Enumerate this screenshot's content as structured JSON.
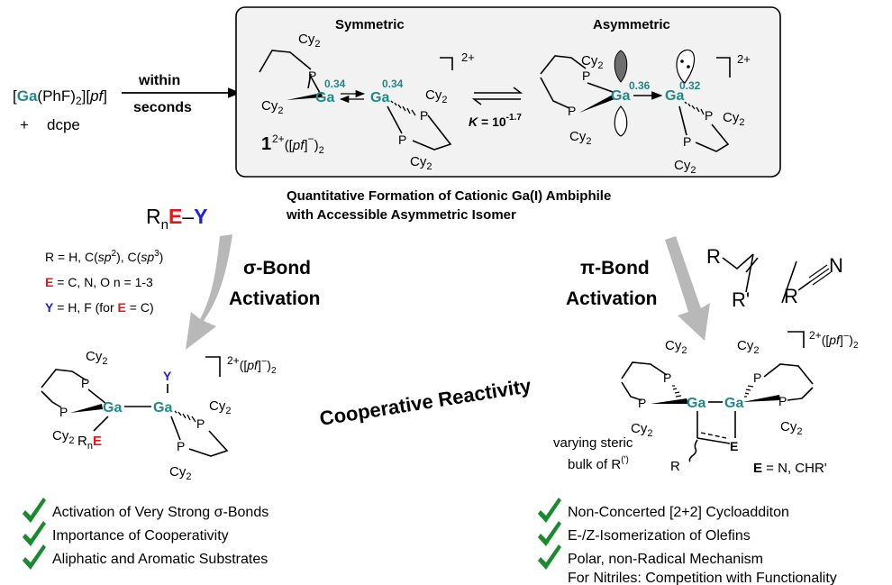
{
  "reactants": {
    "ga_complex_pre": "[",
    "ga": "Ga",
    "ga_complex_post": "(PhF)",
    "ga_complex_sub": "2",
    "ga_complex_tail": "][",
    "pf": "pf",
    "close": "]",
    "plus": "+",
    "ligand": "dcpe"
  },
  "arrow_label": {
    "line1": "within",
    "line2": "seconds"
  },
  "box": {
    "symmetric_title": "Symmetric",
    "asymmetric_title": "Asymmetric",
    "charge": "2+",
    "compound_number": "1",
    "compound_suffix_a": "2+",
    "compound_suffix_b": "([",
    "compound_pf": "pf",
    "compound_suffix_c": "]",
    "compound_suffix_d": "−",
    "compound_suffix_e": ")",
    "compound_sub": "2",
    "equilibrium_k": "K",
    "equilibrium_eq": " = 10",
    "equilibrium_exp": "-1.7",
    "charge_sym_left": "0.34",
    "charge_sym_right": "0.34",
    "charge_asym_left": "0.36",
    "charge_asym_right": "0.32"
  },
  "labels": {
    "cy": "Cy",
    "sub2": "2",
    "p": "P",
    "ga": "Ga",
    "e": "E",
    "y": "Y",
    "r": "R",
    "rn_sub": "n"
  },
  "caption": {
    "line1": "Quantitative Formation of Cationic Ga(I) Ambiphile",
    "line2": "with Accessible Asymmetric Isomer"
  },
  "sigma": {
    "substrate_r": "R",
    "substrate_n": "n",
    "substrate_e": "E",
    "substrate_dash": "–",
    "substrate_y": "Y",
    "def_r_a": "R = H, C(",
    "def_r_sp2": "sp",
    "def_r_2": "2",
    "def_r_b": "), C(",
    "def_r_sp3": "sp",
    "def_r_3": "3",
    "def_r_c": ")",
    "def_e_label": "E",
    "def_e_rest": " = C, N, O  n = 1-3",
    "def_y_label": "Y",
    "def_y_rest": " = H, F (for ",
    "def_y_e": "E",
    "def_y_end": " = C)",
    "title_1": "σ-Bond",
    "title_2": "Activation",
    "product_charge_a": "2+",
    "product_charge_b": "([",
    "product_pf": "pf",
    "product_charge_c": "]",
    "product_charge_d": "−",
    "product_charge_e": ")",
    "product_charge_f": "2",
    "bullets": [
      "Activation of Very Strong σ-Bonds",
      "Importance of Cooperativity",
      "Aliphatic and Aromatic Substrates"
    ]
  },
  "center": {
    "cooperative": "Cooperative Reactivity"
  },
  "pi": {
    "title_1": "π-Bond",
    "title_2": "Activation",
    "alkene_r": "R",
    "alkene_r2": "R'",
    "slash": "/",
    "nitrile_r": "R",
    "nitrile_n": "N",
    "product_charge_a": "2+",
    "product_charge_b": "([",
    "product_pf": "pf",
    "product_charge_c": "]",
    "product_charge_d": "−",
    "product_charge_e": ")",
    "product_charge_f": "2",
    "steric_1": "varying steric",
    "steric_2": "bulk of R",
    "steric_sup": "(')",
    "e_def_label": "E",
    "e_def_rest": " = N, CHR'",
    "bullets": [
      "Non-Concerted [2+2] Cycloadditon",
      "E-/Z-Isomerization of Olefins",
      "Polar, non-Radical Mechanism"
    ],
    "extra_line": "For Nitriles: Competition with Functionality"
  },
  "colors": {
    "gallium": "#1f8a8a",
    "element_e": "#e8141b",
    "element_y": "#1c22d6",
    "check": "#1a8a2e",
    "arrow_gray": "#b8b8b8"
  }
}
